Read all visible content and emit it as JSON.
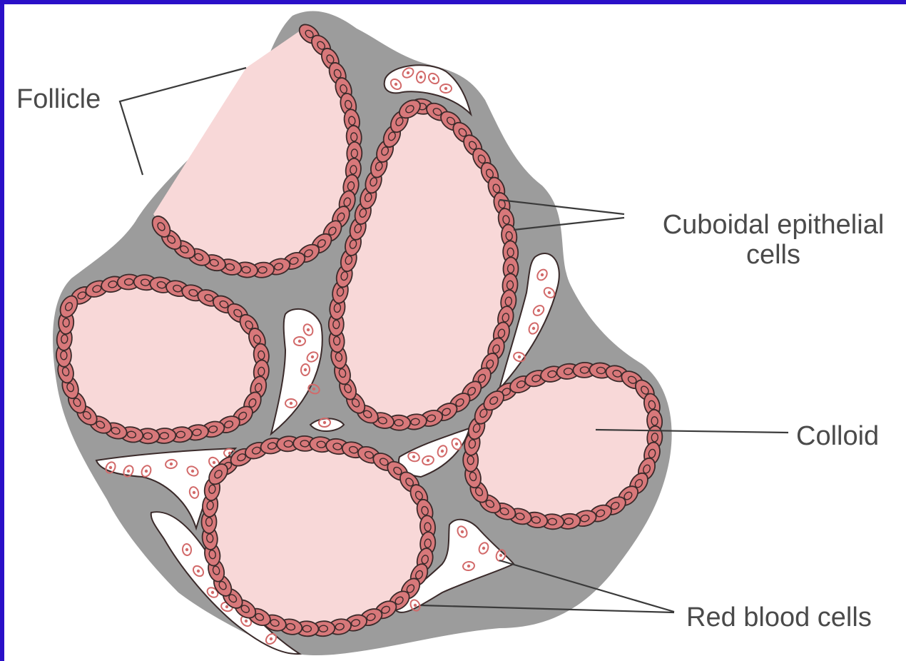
{
  "labels": {
    "follicle": "Follicle",
    "cuboidal_line1": "Cuboidal epithelial",
    "cuboidal_line2": "cells",
    "colloid": "Colloid",
    "red_blood_cells": "Red blood cells"
  },
  "colors": {
    "background_border": "#2a10c8",
    "colloid": "#f8d8d8",
    "epithelial_cell": "#d8787a",
    "cell_outline": "#3a2a2a",
    "stroma": "#9c9c9c",
    "capillary": "#ffffff",
    "red_blood_cell": "#d26a6a",
    "label_text": "#4a4a4a"
  }
}
